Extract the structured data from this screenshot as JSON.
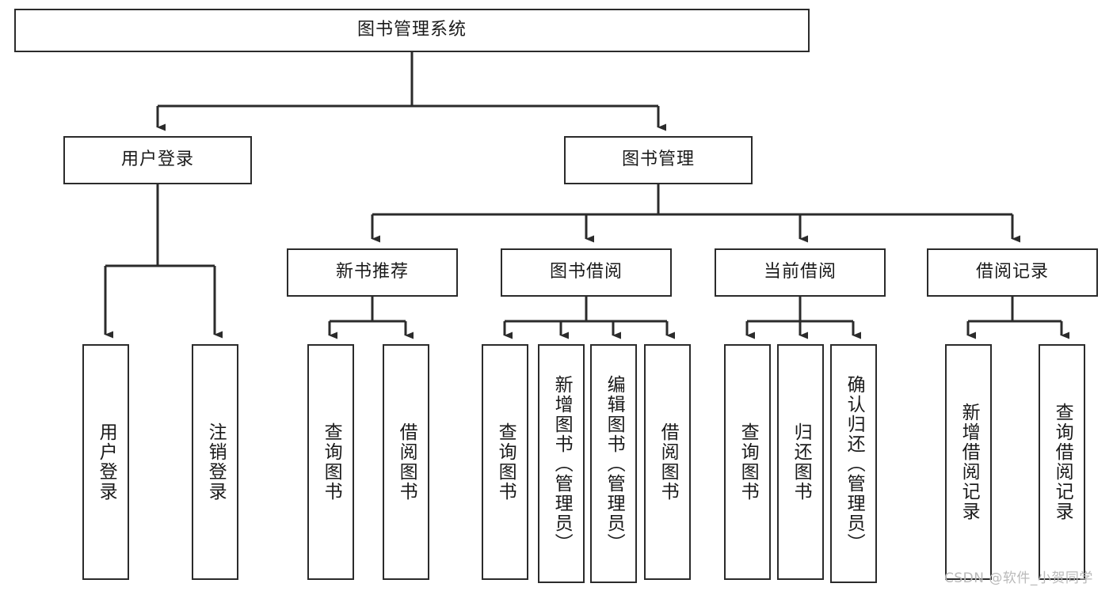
{
  "diagram": {
    "type": "tree-hierarchy",
    "title": "图书管理系统",
    "watermark": "CSDN @软件_小贺同学",
    "colors": {
      "stroke": "#2b2b2b",
      "fill": "#ffffff",
      "text": "#1a1a1a",
      "watermark": "#b9b9b9"
    },
    "nodes": {
      "root": {
        "label": "图书管理系统",
        "level": 0,
        "orientation": "horizontal"
      },
      "l1": [
        {
          "id": "user-login",
          "label": "用户登录",
          "orientation": "horizontal"
        },
        {
          "id": "book-manage",
          "label": "图书管理",
          "orientation": "horizontal"
        }
      ],
      "l2": [
        {
          "id": "new-book-rec",
          "label": "新书推荐",
          "parent": "book-manage",
          "orientation": "horizontal"
        },
        {
          "id": "book-borrow",
          "label": "图书借阅",
          "parent": "book-manage",
          "orientation": "horizontal"
        },
        {
          "id": "current-borrow",
          "label": "当前借阅",
          "parent": "book-manage",
          "orientation": "horizontal"
        },
        {
          "id": "borrow-record",
          "label": "借阅记录",
          "parent": "book-manage",
          "orientation": "horizontal"
        }
      ],
      "leaves": [
        {
          "id": "leaf-user-login",
          "label": "用户登录",
          "parent": "user-login",
          "orientation": "vertical"
        },
        {
          "id": "leaf-logout",
          "label": "注销登录",
          "parent": "user-login",
          "orientation": "vertical"
        },
        {
          "id": "leaf-query-book-1",
          "label": "查询图书",
          "parent": "new-book-rec",
          "orientation": "vertical"
        },
        {
          "id": "leaf-borrow-book-1",
          "label": "借阅图书",
          "parent": "new-book-rec",
          "orientation": "vertical"
        },
        {
          "id": "leaf-query-book-2",
          "label": "查询图书",
          "parent": "book-borrow",
          "orientation": "vertical"
        },
        {
          "id": "leaf-add-book",
          "label": "新增图书（管理员）",
          "parent": "book-borrow",
          "orientation": "vertical"
        },
        {
          "id": "leaf-edit-book",
          "label": "编辑图书（管理员）",
          "parent": "book-borrow",
          "orientation": "vertical"
        },
        {
          "id": "leaf-borrow-book-2",
          "label": "借阅图书",
          "parent": "book-borrow",
          "orientation": "vertical"
        },
        {
          "id": "leaf-query-book-3",
          "label": "查询图书",
          "parent": "current-borrow",
          "orientation": "vertical"
        },
        {
          "id": "leaf-return-book",
          "label": "归还图书",
          "parent": "current-borrow",
          "orientation": "vertical"
        },
        {
          "id": "leaf-confirm-return",
          "label": "确认归还（管理员）",
          "parent": "current-borrow",
          "orientation": "vertical"
        },
        {
          "id": "leaf-add-record",
          "label": "新增借阅记录",
          "parent": "borrow-record",
          "orientation": "vertical"
        },
        {
          "id": "leaf-query-record",
          "label": "查询借阅记录",
          "parent": "borrow-record",
          "orientation": "vertical"
        }
      ]
    }
  }
}
